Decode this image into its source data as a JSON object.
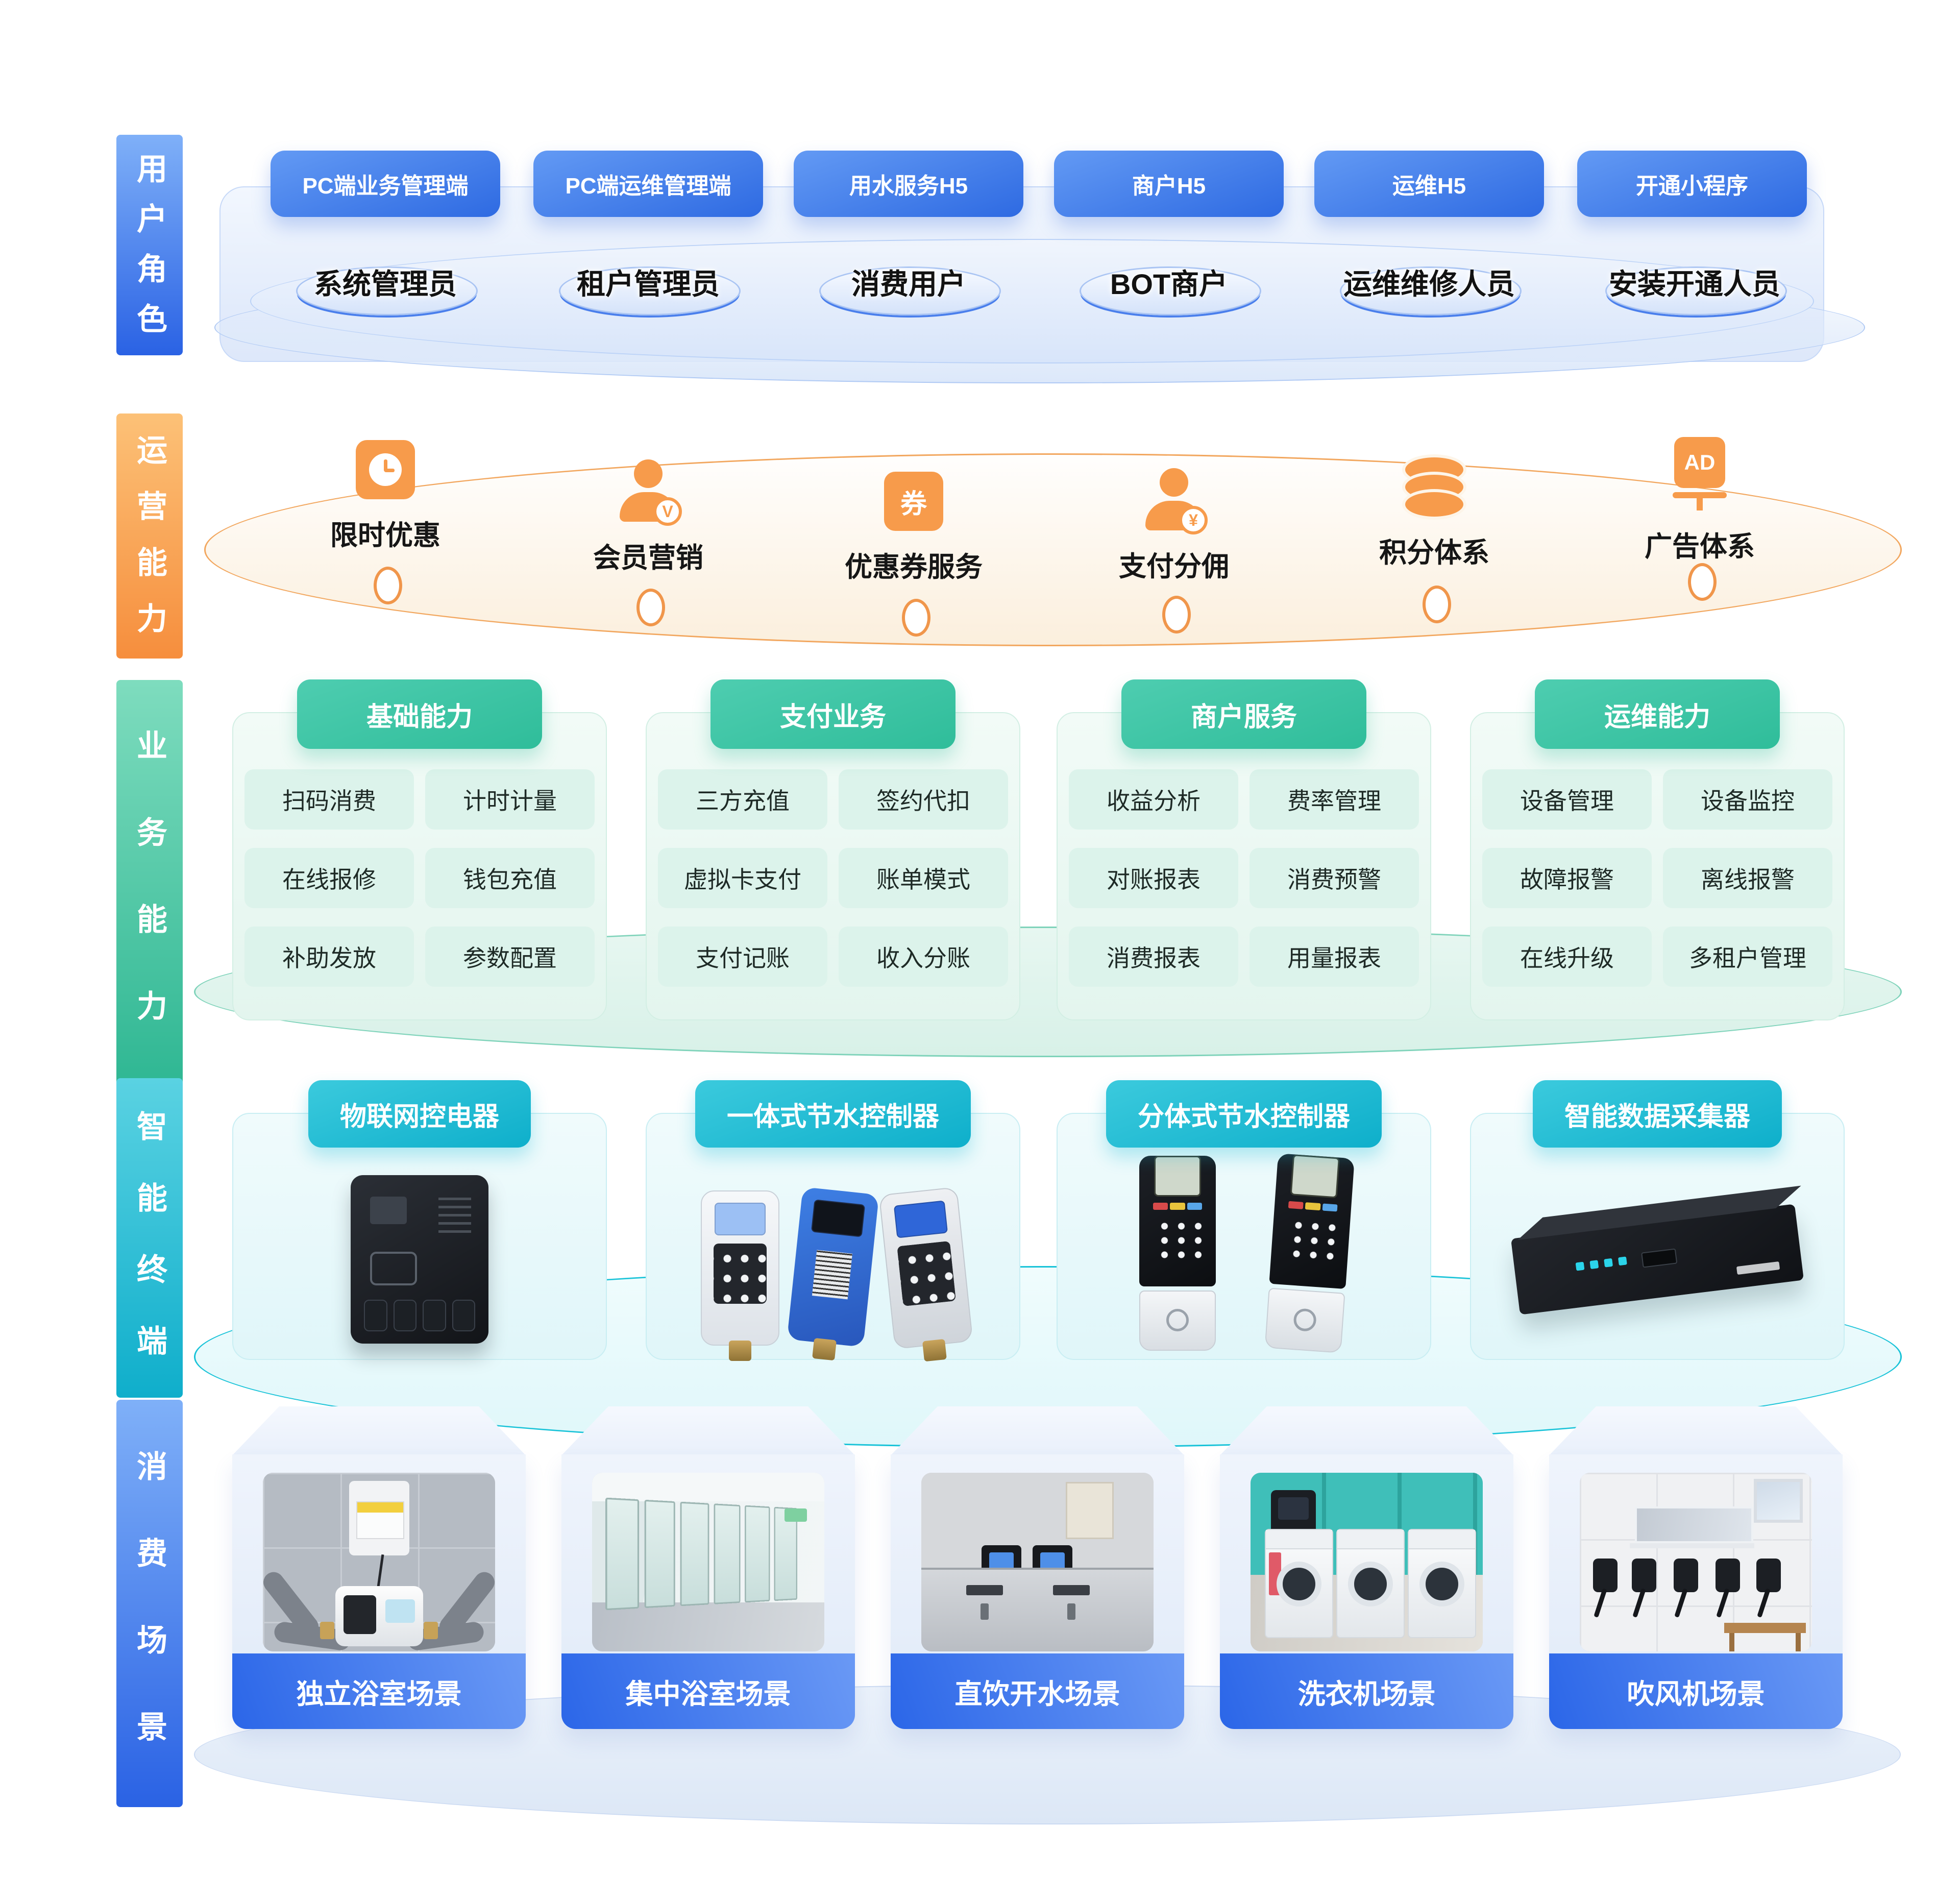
{
  "colors": {
    "blue": "#2F6BE3",
    "orange": "#F79B4B",
    "green": "#3FC6A7",
    "cyan": "#14BAD6"
  },
  "user_roles": {
    "rail": "用户角色",
    "pills": [
      "PC端业务管理端",
      "PC端运维管理端",
      "用水服务H5",
      "商户H5",
      "运维H5",
      "开通小程序"
    ],
    "roles": [
      "系统管理员",
      "租户管理员",
      "消费用户",
      "BOT商户",
      "运维维修人员",
      "安装开通人员"
    ]
  },
  "operations": {
    "rail": "运营能力",
    "items": [
      {
        "label": "限时优惠",
        "icon": "ticket-clock-icon"
      },
      {
        "label": "会员营销",
        "icon": "member-icon",
        "badge": "V"
      },
      {
        "label": "优惠券服务",
        "icon": "coupon-icon",
        "badge": "券"
      },
      {
        "label": "支付分佣",
        "icon": "commission-icon",
        "badge": "¥"
      },
      {
        "label": "积分体系",
        "icon": "points-icon"
      },
      {
        "label": "广告体系",
        "icon": "ad-icon",
        "badge": "AD"
      }
    ]
  },
  "business": {
    "rail": "业务能力",
    "cards": [
      {
        "title": "基础能力",
        "items": [
          "扫码消费",
          "计时计量",
          "在线报修",
          "钱包充值",
          "补助发放",
          "参数配置"
        ]
      },
      {
        "title": "支付业务",
        "items": [
          "三方充值",
          "签约代扣",
          "虚拟卡支付",
          "账单模式",
          "支付记账",
          "收入分账"
        ]
      },
      {
        "title": "商户服务",
        "items": [
          "收益分析",
          "费率管理",
          "对账报表",
          "消费预警",
          "消费报表",
          "用量报表"
        ]
      },
      {
        "title": "运维能力",
        "items": [
          "设备管理",
          "设备监控",
          "故障报警",
          "离线报警",
          "在线升级",
          "多租户管理"
        ]
      }
    ]
  },
  "terminals": {
    "rail": "智能终端",
    "cards": [
      {
        "title": "物联网控电器",
        "device": "iot-power-controller"
      },
      {
        "title": "一体式节水控制器",
        "device": "integrated-water-saving-controller"
      },
      {
        "title": "分体式节水控制器",
        "device": "split-water-saving-controller"
      },
      {
        "title": "智能数据采集器",
        "device": "smart-data-collector"
      }
    ]
  },
  "scenes": {
    "rail": "消费场景",
    "cards": [
      {
        "label": "独立浴室场景",
        "scene": "private-bathroom"
      },
      {
        "label": "集中浴室场景",
        "scene": "shared-bathroom"
      },
      {
        "label": "直饮开水场景",
        "scene": "drinking-water"
      },
      {
        "label": "洗衣机场景",
        "scene": "laundry-room"
      },
      {
        "label": "吹风机场景",
        "scene": "hair-dryer-room"
      }
    ]
  }
}
